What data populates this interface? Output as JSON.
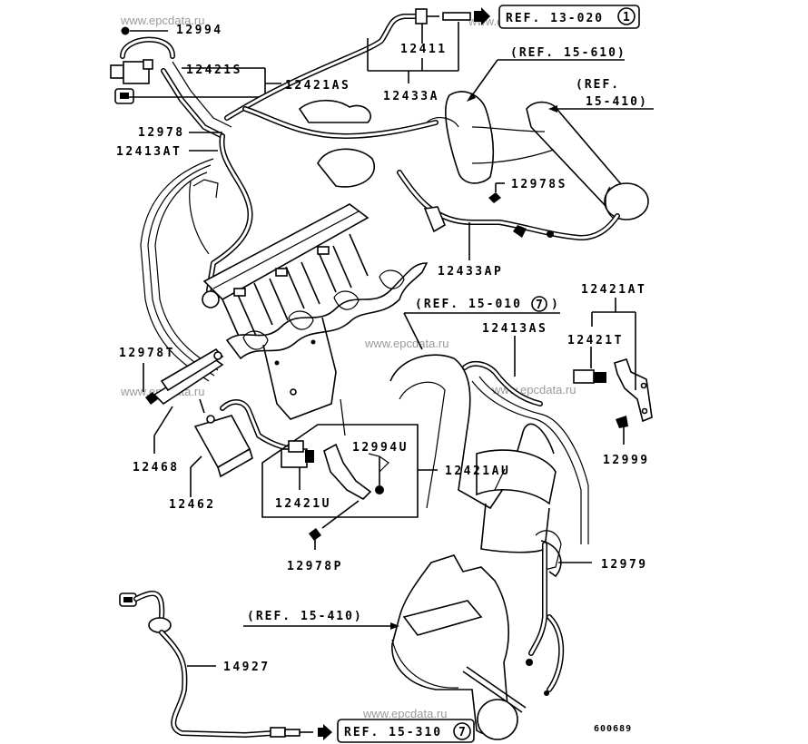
{
  "diagram": {
    "title": "Engine wiring / sensor parts diagram",
    "code": "600689",
    "watermark": "www.epcdata.ru",
    "part_labels": {
      "p12994": "12994",
      "p12421S": "12421S",
      "p12421AS": "12421AS",
      "p12978": "12978",
      "p12413AT": "12413AT",
      "p12411": "12411",
      "p12433A": "12433A",
      "p12978S": "12978S",
      "p12433AP": "12433AP",
      "p12421AT": "12421AT",
      "p12413AS": "12413AS",
      "p12421T": "12421T",
      "p12978T": "12978T",
      "p12468": "12468",
      "p12462": "12462",
      "p12994U": "12994U",
      "p12421U": "12421U",
      "p12421AU": "12421AU",
      "p12999": "12999",
      "p12978P": "12978P",
      "p12979": "12979",
      "p14927": "14927"
    },
    "references": {
      "ref_13_020": {
        "text": "REF. 13-020",
        "circle": "1"
      },
      "ref_15_610": {
        "text": "(REF. 15-610)"
      },
      "ref_15_410_top_a": {
        "text": "(REF."
      },
      "ref_15_410_top_b": {
        "text": "15-410)"
      },
      "ref_15_010": {
        "text": "(REF. 15-010",
        "circle": "7",
        "close": ")"
      },
      "ref_15_410_bottom": {
        "text": "(REF. 15-410)"
      },
      "ref_15_310": {
        "text": "REF. 15-310",
        "circle": "7"
      }
    }
  }
}
